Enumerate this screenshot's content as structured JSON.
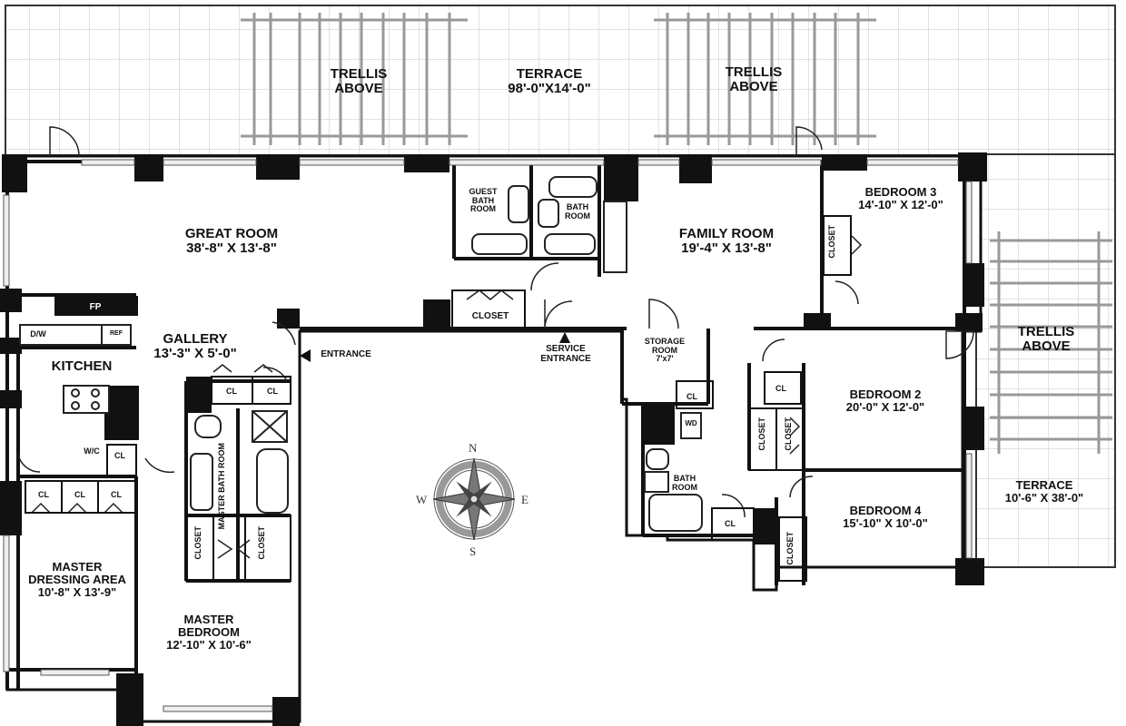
{
  "rooms": {
    "terrace_top": {
      "name": "TERRACE",
      "dims": "98'-0\"X14'-0\""
    },
    "trellis_left": {
      "line1": "TRELLIS",
      "line2": "ABOVE"
    },
    "trellis_mid": {
      "line1": "TRELLIS",
      "line2": "ABOVE"
    },
    "trellis_right": {
      "line1": "TRELLIS",
      "line2": "ABOVE"
    },
    "great_room": {
      "name": "GREAT ROOM",
      "dims": "38'-8\" X 13'-8\""
    },
    "guest_bath": {
      "line1": "GUEST",
      "line2": "BATH",
      "line3": "ROOM"
    },
    "bath_top": {
      "line1": "BATH",
      "line2": "ROOM"
    },
    "family_room": {
      "name": "FAMILY ROOM",
      "dims": "19'-4\" X 13'-8\""
    },
    "bedroom3": {
      "name": "BEDROOM 3",
      "dims": "14'-10\" X 12'-0\""
    },
    "closet_b3": "CLOSET",
    "closet_hall": "CLOSET",
    "fp": "FP",
    "dw": "D/W",
    "ref": "REF",
    "kitchen": "KITCHEN",
    "gallery": {
      "name": "GALLERY",
      "dims": "13'-3\" X 5'-0\""
    },
    "entrance": "ENTRANCE",
    "service_entrance": {
      "line1": "SERVICE",
      "line2": "ENTRANCE"
    },
    "storage": {
      "name": "STORAGE",
      "line2": "ROOM",
      "dims": "7'x7'"
    },
    "bedroom2": {
      "name": "BEDROOM 2",
      "dims": "20'-0\" X 12'-0\""
    },
    "bedroom4": {
      "name": "BEDROOM 4",
      "dims": "15'-10\" X 10'-0\""
    },
    "terrace_right": {
      "name": "TERRACE",
      "dims": "10'-6\" X 38'-0\""
    },
    "wc": "W/C",
    "wd": "WD",
    "bath_right": {
      "line1": "BATH",
      "line2": "ROOM"
    },
    "master_bath": "MASTER BATH ROOM",
    "master_dressing": {
      "line1": "MASTER",
      "line2": "DRESSING AREA",
      "dims": "10'-8\" X 13'-9\""
    },
    "master_bedroom": {
      "line1": "MASTER",
      "line2": "BEDROOM",
      "dims": "12'-10\" X 10'-6\""
    },
    "cl": "CL",
    "closet_v": "CLOSET"
  },
  "compass": {
    "n": "N",
    "s": "S",
    "e": "E",
    "w": "W"
  }
}
